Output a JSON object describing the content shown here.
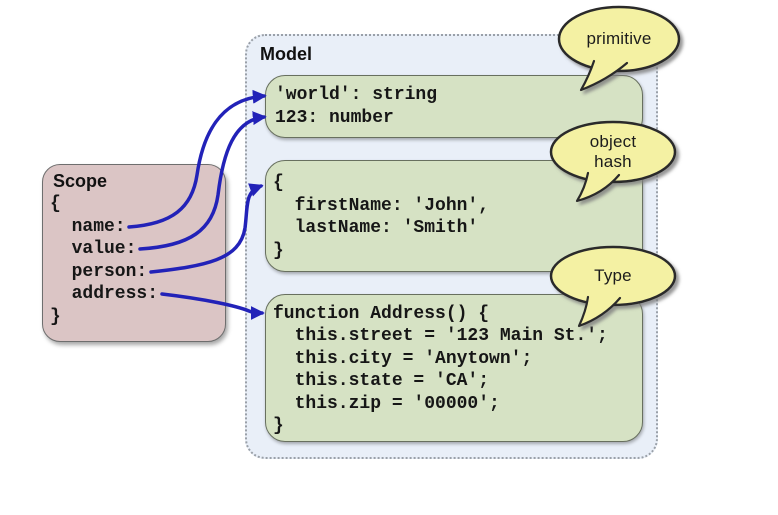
{
  "scope": {
    "title": "Scope",
    "lines": [
      "{",
      "  name:",
      "  value:",
      "  person:",
      "  address:",
      "}"
    ]
  },
  "model": {
    "title": "Model",
    "boxes": [
      {
        "name": "primitives",
        "lines": [
          "'world': string",
          "123: number"
        ]
      },
      {
        "name": "object-hash",
        "lines": [
          "{",
          "  firstName: 'John',",
          "  lastName: 'Smith'",
          "}"
        ]
      },
      {
        "name": "type-function",
        "lines": [
          "function Address() {",
          "  this.street = '123 Main St.';",
          "  this.city = 'Anytown';",
          "  this.state = 'CA';",
          "  this.zip = '00000';",
          "}"
        ]
      }
    ]
  },
  "bubbles": [
    {
      "label": "primitive"
    },
    {
      "label": "object\nhash"
    },
    {
      "label": "Type"
    }
  ],
  "connections": [
    {
      "from": "name",
      "to": "'world': string"
    },
    {
      "from": "value",
      "to": "123: number"
    },
    {
      "from": "person",
      "to": "object-hash"
    },
    {
      "from": "address",
      "to": "type-function"
    }
  ],
  "colors": {
    "arrow": "#2222b8",
    "bubble_fill": "#f4f1a3",
    "green_box": "#d6e2c4",
    "model_bg": "#e9eff8",
    "scope_bg": "#dbc5c5"
  }
}
